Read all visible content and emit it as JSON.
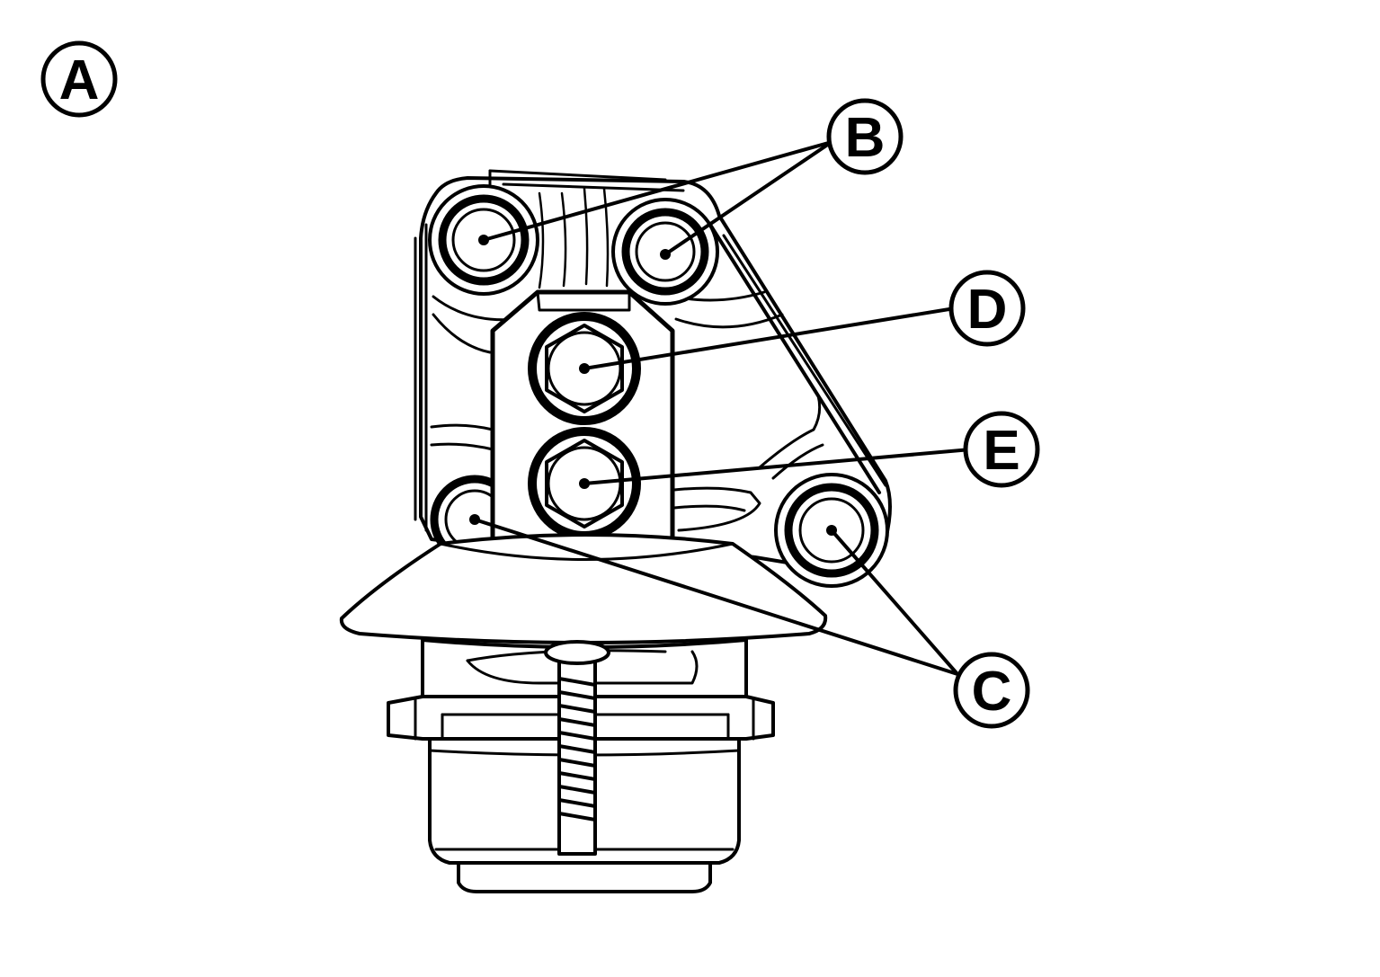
{
  "figure_label": "A",
  "callouts": [
    {
      "id": "B",
      "label": "B"
    },
    {
      "id": "C",
      "label": "C"
    },
    {
      "id": "D",
      "label": "D"
    },
    {
      "id": "E",
      "label": "E"
    }
  ],
  "colors": {
    "line": "#000000",
    "background": "#ffffff"
  }
}
